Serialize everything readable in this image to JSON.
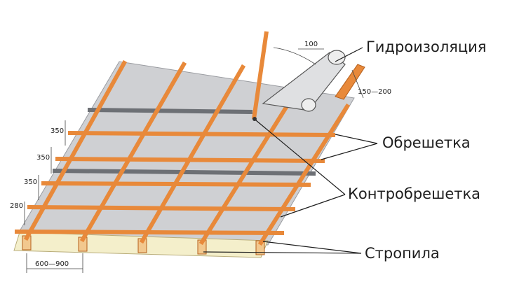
{
  "labels": {
    "waterproofing": "Гидроизоляция",
    "battens": "Обрешетка",
    "counter_battens": "Контробрешетка",
    "rafters": "Стропила"
  },
  "dimensions": {
    "overlap": "100",
    "membrane_gap": "150—200",
    "spacing_1": "350",
    "spacing_2": "350",
    "spacing_3": "350",
    "spacing_bottom": "280",
    "rafter_step": "600—900"
  },
  "colors": {
    "timber": "#e8893a",
    "timber_edge": "#b45f1c",
    "membrane": "#cfd0d3",
    "membrane_dark": "#8f9196",
    "rafter_face": "#f4efcb",
    "text": "#1e1e1e"
  }
}
